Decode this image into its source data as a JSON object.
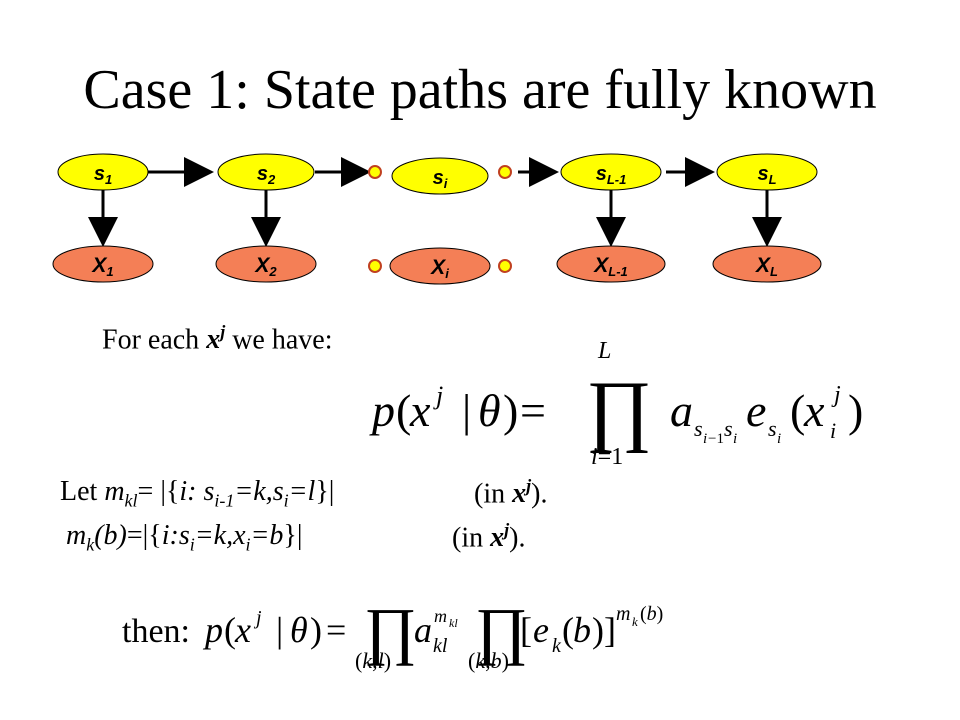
{
  "slide": {
    "title": "Case 1: State paths are fully known"
  },
  "diagram": {
    "state_nodes": [
      {
        "label": "s",
        "sub": "1"
      },
      {
        "label": "s",
        "sub": "2"
      },
      {
        "label": "s",
        "sub": "i"
      },
      {
        "label": "s",
        "sub": "L-1"
      },
      {
        "label": "s",
        "sub": "L"
      }
    ],
    "emission_nodes": [
      {
        "label": "X",
        "sub": "1"
      },
      {
        "label": "X",
        "sub": "2"
      },
      {
        "label": "X",
        "sub": "i"
      },
      {
        "label": "X",
        "sub": "L-1"
      },
      {
        "label": "X",
        "sub": "L"
      }
    ],
    "colors": {
      "state_fill": "#ffff00",
      "emission_fill": "#f47f56",
      "dot_fill": "#ffff00",
      "dot_stroke": "#c04020"
    }
  },
  "text": {
    "for_each_pre": "For each ",
    "for_each_var": "x",
    "for_each_sup": "j",
    "for_each_post": " we have:",
    "let_pre": "Let ",
    "m": "m",
    "kl": "kl",
    "let_mid1": "= |{",
    "i": "i",
    "colon_s": ": s",
    "im1": "i-1",
    "eq_k_s": "=k,s",
    "i2": "i",
    "eq_l": "=l",
    "let_close": "}|",
    "in_open": "(in ",
    "x": "x",
    "j": "j",
    "in_close": ").",
    "k": "k",
    "b_paren": "(b)",
    "m2_mid1": "=|{",
    "m2_i": "i:s",
    "m2_isub": "i",
    "m2_eq_kx": "=k,x",
    "m2_isub2": "i",
    "m2_eq_b": "=b",
    "then": "then:"
  }
}
